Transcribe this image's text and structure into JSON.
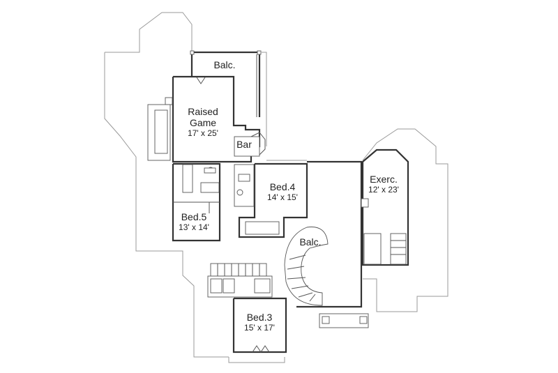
{
  "plan": {
    "rooms": [
      {
        "id": "balc-top",
        "name": "Balc.",
        "size": ""
      },
      {
        "id": "raised-game",
        "name": "Raised\nGame",
        "size": "17' x 25'"
      },
      {
        "id": "bar",
        "name": "Bar",
        "size": ""
      },
      {
        "id": "bed4",
        "name": "Bed.4",
        "size": "14' x 15'"
      },
      {
        "id": "bed5",
        "name": "Bed.5",
        "size": "13' x 14'"
      },
      {
        "id": "balc-stair",
        "name": "Balc.",
        "size": ""
      },
      {
        "id": "exerc",
        "name": "Exerc.",
        "size": "12' x 23'"
      },
      {
        "id": "bed3",
        "name": "Bed.3",
        "size": "15' x 17'"
      }
    ]
  }
}
